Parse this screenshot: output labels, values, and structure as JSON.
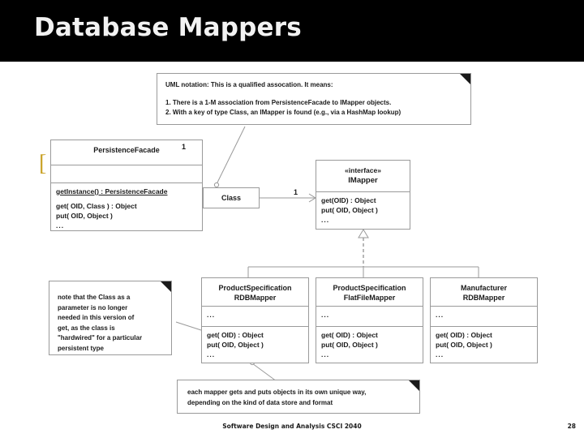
{
  "slide": {
    "title": "Database Mappers",
    "footer": "Software Design and Analysis CSCI 2040",
    "page_number": "28",
    "bracket_glyph": "[",
    "colors": {
      "header_background": "#000000",
      "title_text": "#f2f2f2",
      "canvas_background": "#ffffff",
      "line": "#9a9a9a",
      "bracket": "#c9a227",
      "body_text": "#1a1a1a"
    }
  },
  "notes": {
    "uml_notation": {
      "heading": "UML notation: This is a qualified assocation. It means:",
      "items": [
        "1. There is a 1-M association from PersistenceFacade to IMapper objects.",
        "2. With a key of type Class, an IMapper is found (e.g., via a HashMap lookup)"
      ]
    },
    "class_parameter": {
      "lines": [
        "note that the Class as a",
        "parameter is no longer",
        "needed in this version of",
        "get, as the class is",
        "\"hardwired\" for a particular",
        "persistent type"
      ]
    },
    "mapper_behavior": {
      "lines": [
        "each mapper gets and puts objects in its own unique way,",
        "depending on the kind of data store and format"
      ]
    }
  },
  "classes": {
    "persistence_facade": {
      "name": "PersistenceFacade",
      "multiplicity": "1",
      "attributes": [],
      "operations": [
        "getInstance() : PersistenceFacade",
        "get( OID, Class ) : Object",
        "put( OID, Object )",
        "..."
      ],
      "static_operation": "getInstance() : PersistenceFacade"
    },
    "imapper": {
      "stereotype": "«interface»",
      "name": "IMapper",
      "multiplicity": "1",
      "operations": [
        "get(OID) : Object",
        "put( OID, Object )",
        "..."
      ]
    },
    "qualifier": {
      "label": "Class"
    },
    "mappers": [
      {
        "name_line1": "ProductSpecification",
        "name_line2": "RDBMapper",
        "attributes": "...",
        "operations": [
          "get( OID) : Object",
          "put( OID, Object )",
          "..."
        ]
      },
      {
        "name_line1": "ProductSpecification",
        "name_line2": "FlatFileMapper",
        "attributes": "...",
        "operations": [
          "get( OID) : Object",
          "put( OID, Object )",
          "..."
        ]
      },
      {
        "name_line1": "Manufacturer",
        "name_line2": "RDBMapper",
        "attributes": "...",
        "operations": [
          "get( OID) : Object",
          "put( OID, Object )",
          "..."
        ]
      }
    ]
  }
}
